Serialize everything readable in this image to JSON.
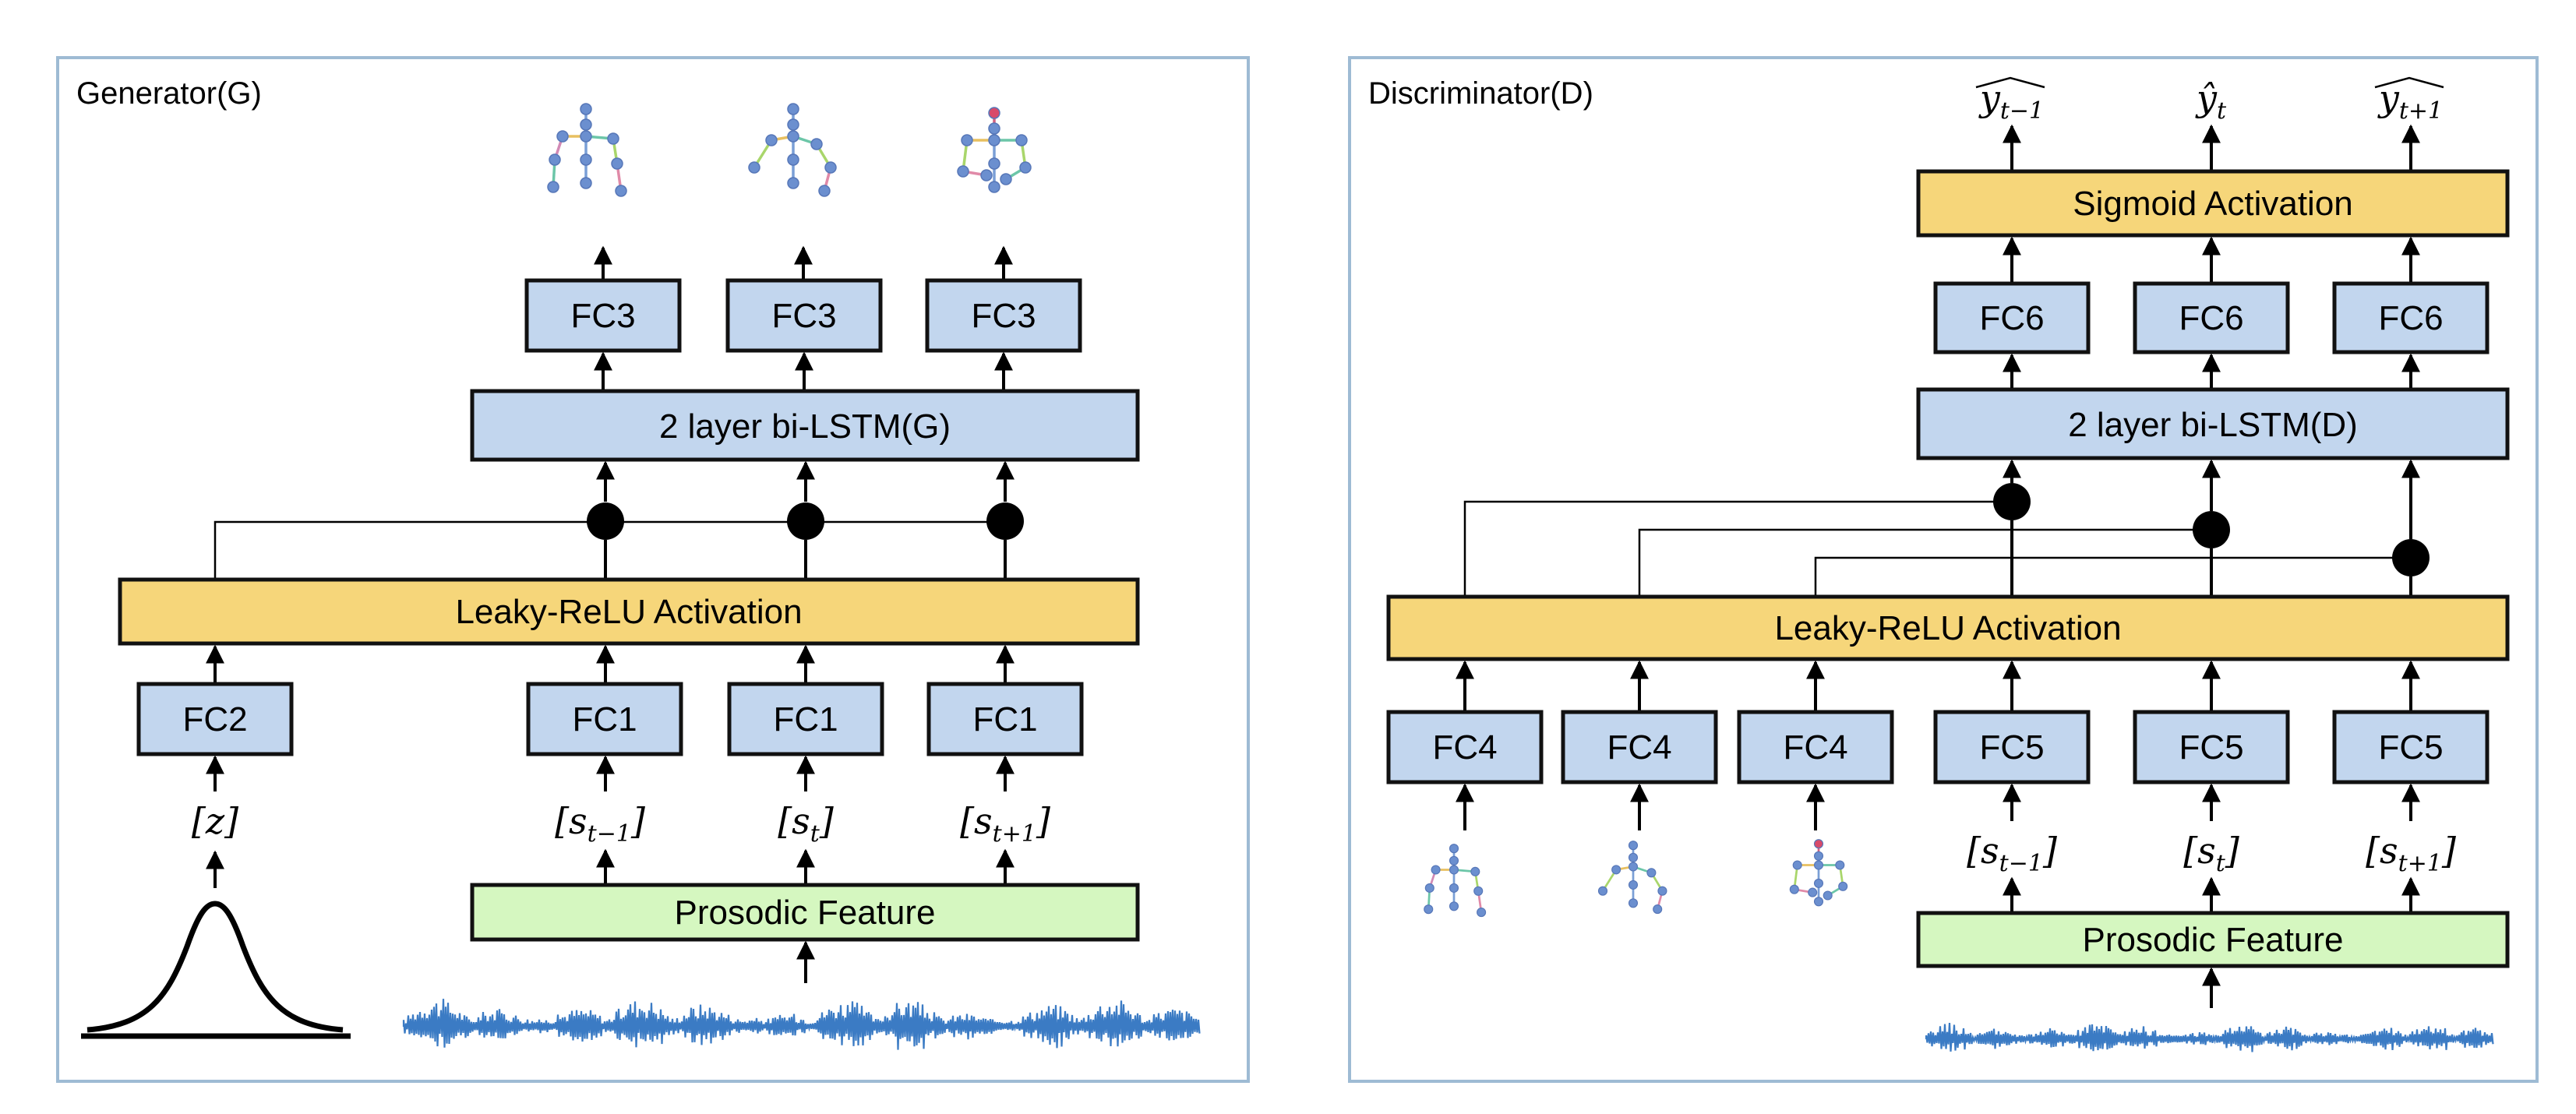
{
  "generator": {
    "title": "Generator(G)",
    "fc3_label": "FC3",
    "lstm_label": "2 layer bi-LSTM(G)",
    "activation_label": "Leaky-ReLU Activation",
    "fc2_label": "FC2",
    "fc1_label": "FC1",
    "z_label": "[z]",
    "s_prev_label": "[s",
    "s_prev_sub": "t−1",
    "s_cur_label": "[s",
    "s_cur_sub": "t",
    "s_next_label": "[s",
    "s_next_sub": "t+1",
    "prosodic_label": "Prosodic Feature"
  },
  "discriminator": {
    "title": "Discriminator(D)",
    "sigmoid_label": "Sigmoid Activation",
    "fc6_label": "FC6",
    "lstm_label": "2 layer bi-LSTM(D)",
    "activation_label": "Leaky-ReLU Activation",
    "fc4_label": "FC4",
    "fc5_label": "FC5",
    "y_prev_label": "y",
    "y_prev_sub": "t−1",
    "y_cur_label": "ŷ",
    "y_cur_sub": "t",
    "y_next_label": "y",
    "y_next_sub": "t+1",
    "s_prev_label": "[s",
    "s_prev_sub": "t−1",
    "s_cur_label": "[s",
    "s_cur_sub": "t",
    "s_next_label": "[s",
    "s_next_sub": "t+1",
    "prosodic_label": "Prosodic Feature"
  },
  "colors": {
    "fc_box": "#c2d6ee",
    "activation_box": "#f6d67a",
    "prosodic_box": "#d5f7c0",
    "panel_border": "#9ebbd4",
    "waveform": "#3b7bc4"
  },
  "icons": {
    "multiply": "circled-times-icon",
    "pose": "skeleton-pose-icon",
    "gaussian": "gaussian-curve-icon",
    "audio": "audio-waveform-icon"
  }
}
